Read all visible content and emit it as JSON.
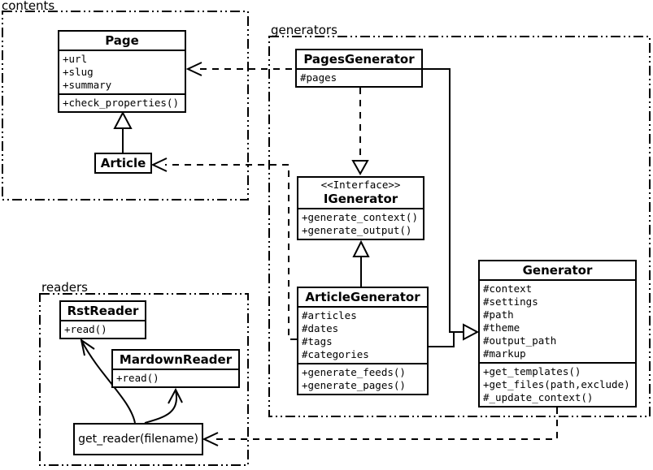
{
  "packages": {
    "contents": {
      "label": "contents"
    },
    "generators": {
      "label": "generators"
    },
    "readers": {
      "label": "readers"
    }
  },
  "classes": {
    "page": {
      "name": "Page",
      "attributes": [
        "+url",
        "+slug",
        "+summary"
      ],
      "methods": [
        "+check_properties()"
      ]
    },
    "article": {
      "name": "Article"
    },
    "pages_generator": {
      "name": "PagesGenerator",
      "attributes": [
        "#pages"
      ]
    },
    "igenerator": {
      "stereotype": "<<Interface>>",
      "name": "IGenerator",
      "methods": [
        "+generate_context()",
        "+generate_output()"
      ]
    },
    "article_generator": {
      "name": "ArticleGenerator",
      "attributes": [
        "#articles",
        "#dates",
        "#tags",
        "#categories"
      ],
      "methods": [
        "+generate_feeds()",
        "+generate_pages()"
      ]
    },
    "generator": {
      "name": "Generator",
      "attributes": [
        "#context",
        "#settings",
        "#path",
        "#theme",
        "#output_path",
        "#markup"
      ],
      "methods": [
        "+get_templates()",
        "+get_files(path,exclude)",
        "#_update_context()"
      ]
    },
    "rst_reader": {
      "name": "RstReader",
      "methods": [
        "+read()"
      ]
    },
    "mardown_reader": {
      "name": "MardownReader",
      "methods": [
        "+read()"
      ]
    },
    "get_reader": {
      "name": "get_reader(filename)"
    }
  },
  "relationships": [
    {
      "from": "Article",
      "to": "Page",
      "type": "inheritance"
    },
    {
      "from": "PagesGenerator",
      "to": "Page",
      "type": "dependency"
    },
    {
      "from": "ArticleGenerator",
      "to": "Article",
      "type": "dependency"
    },
    {
      "from": "PagesGenerator",
      "to": "IGenerator",
      "type": "realization"
    },
    {
      "from": "ArticleGenerator",
      "to": "IGenerator",
      "type": "inheritance"
    },
    {
      "from": "PagesGenerator",
      "to": "Generator",
      "type": "inheritance"
    },
    {
      "from": "ArticleGenerator",
      "to": "Generator",
      "type": "inheritance"
    },
    {
      "from": "Generator",
      "to": "get_reader(filename)",
      "type": "dependency"
    },
    {
      "from": "get_reader(filename)",
      "to": "RstReader",
      "type": "arrow"
    },
    {
      "from": "get_reader(filename)",
      "to": "MardownReader",
      "type": "arrow"
    }
  ],
  "colors": {
    "line": "#000000",
    "background": "#ffffff",
    "box_fill": "#ffffff"
  }
}
